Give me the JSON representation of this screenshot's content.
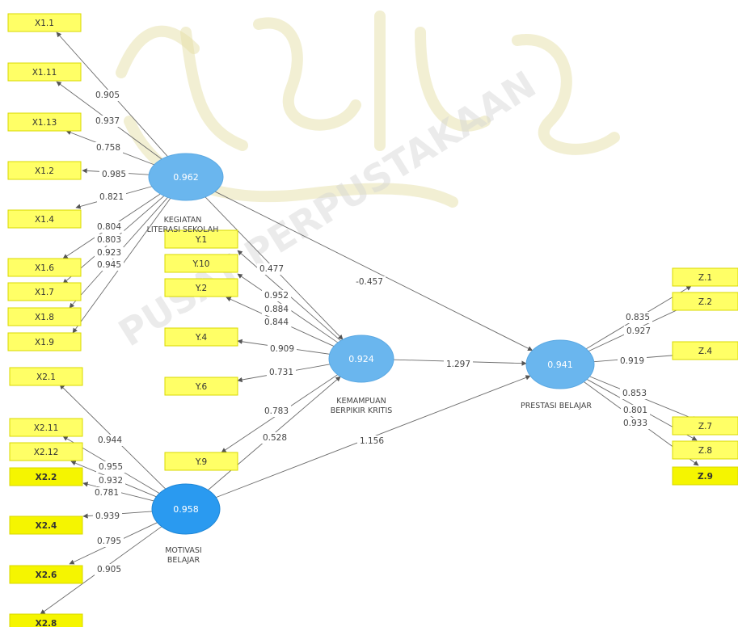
{
  "colors": {
    "indicator_fill": "#ffff66",
    "indicator_fill_bold": "#f5f500",
    "indicator_stroke": "#d8d800",
    "latent_light": "#6ab6ee",
    "latent_dark": "#2a9af0",
    "edge": "#6b6b6b"
  },
  "watermark": {
    "text": "PUSAT PERPUSTAKAAN"
  },
  "latents": [
    {
      "id": "KLS",
      "value": "0.962",
      "name_lines": [
        "KEGIATAN",
        "LITERASI SEKOLAH"
      ],
      "shade": "light"
    },
    {
      "id": "KBK",
      "value": "0.924",
      "name_lines": [
        "KEMAMPUAN",
        "BERPIKIR KRITIS"
      ],
      "shade": "light"
    },
    {
      "id": "PB",
      "value": "0.941",
      "name_lines": [
        "PRESTASI BELAJAR"
      ],
      "shade": "light"
    },
    {
      "id": "MB",
      "value": "0.958",
      "name_lines": [
        "MOTIVASI",
        "BELAJAR"
      ],
      "shade": "dark"
    }
  ],
  "indicators": [
    {
      "label": "X1.1",
      "latent": "KLS",
      "loading": "0.905"
    },
    {
      "label": "X1.11",
      "latent": "KLS",
      "loading": "0.937"
    },
    {
      "label": "X1.13",
      "latent": "KLS",
      "loading": "0.758"
    },
    {
      "label": "X1.2",
      "latent": "KLS",
      "loading": "0.985"
    },
    {
      "label": "X1.4",
      "latent": "KLS",
      "loading": "0.821"
    },
    {
      "label": "X1.6",
      "latent": "KLS",
      "loading": "0.804"
    },
    {
      "label": "X1.7",
      "latent": "KLS",
      "loading": "0.803"
    },
    {
      "label": "X1.8",
      "latent": "KLS",
      "loading": "0.923"
    },
    {
      "label": "X1.9",
      "latent": "KLS",
      "loading": "0.945"
    },
    {
      "label": "Y.1",
      "latent": "KBK",
      "loading": "0.477"
    },
    {
      "label": "Y.10",
      "latent": "KBK",
      "loading": "0.952"
    },
    {
      "label": "Y.2",
      "latent": "KBK",
      "loading": "0.884"
    },
    {
      "label": "Y.4",
      "latent": "KBK",
      "loading": "0.909"
    },
    {
      "label": "Y.6",
      "latent": "KBK",
      "loading": "0.731"
    },
    {
      "label": "Y.9",
      "latent": "KBK",
      "loading": "0.783"
    },
    {
      "label": "Z.1",
      "latent": "PB",
      "loading": "0.835"
    },
    {
      "label": "Z.2",
      "latent": "PB",
      "loading": "0.927"
    },
    {
      "label": "Z.4",
      "latent": "PB",
      "loading": "0.919"
    },
    {
      "label": "Z.7",
      "latent": "PB",
      "loading": "0.853"
    },
    {
      "label": "Z.8",
      "latent": "PB",
      "loading": "0.801"
    },
    {
      "label": "Z.9",
      "latent": "PB",
      "loading": "0.933",
      "bold": true
    },
    {
      "label": "X2.1",
      "latent": "MB",
      "loading": "0.944"
    },
    {
      "label": "X2.11",
      "latent": "MB",
      "loading": "0.955"
    },
    {
      "label": "X2.12",
      "latent": "MB",
      "loading": "0.932"
    },
    {
      "label": "X2.2",
      "latent": "MB",
      "loading": "0.781",
      "bold": true
    },
    {
      "label": "X2.4",
      "latent": "MB",
      "loading": "0.939",
      "bold": true
    },
    {
      "label": "X2.6",
      "latent": "MB",
      "loading": "0.795",
      "bold": true
    },
    {
      "label": "X2.8",
      "latent": "MB",
      "loading": "0.905",
      "bold": true
    }
  ],
  "paths": [
    {
      "from": "KLS",
      "to": "PB",
      "coef": "-0.457"
    },
    {
      "from": "KBK",
      "to": "PB",
      "coef": "1.297"
    },
    {
      "from": "MB",
      "to": "PB",
      "coef": "1.156"
    },
    {
      "from": "KLS",
      "to": "KBK",
      "coef": "0.844"
    },
    {
      "from": "MB",
      "to": "KBK",
      "coef": "0.528"
    }
  ]
}
